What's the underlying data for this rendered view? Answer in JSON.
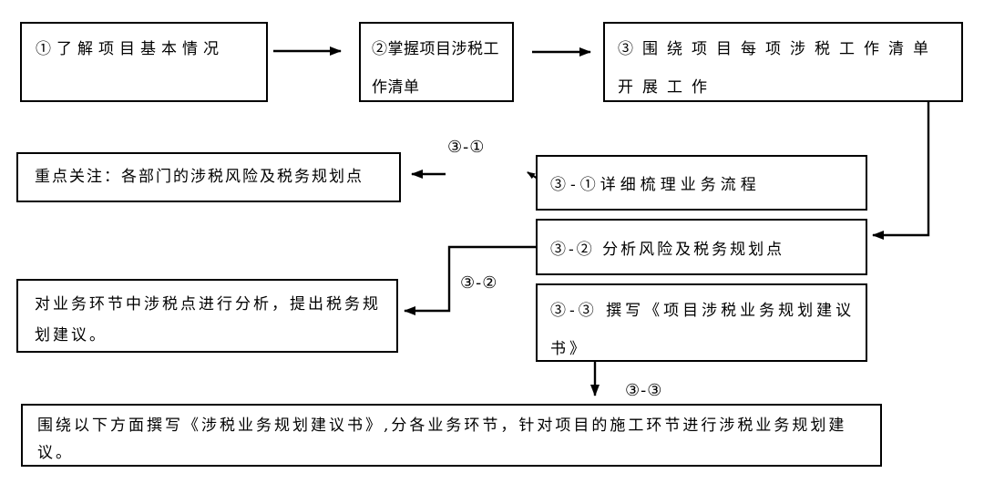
{
  "diagram": {
    "boxes": {
      "step1": "①了解项目基本情况",
      "step2": "②掌握项目涉税工作清单",
      "step3": "③围绕项目每项涉税工作清单开展工作",
      "focus": "重点关注：各部门的涉税风险及税务规划点",
      "sub1": "③-①详细梳理业务流程",
      "sub2": "③-② 分析风险及税务规划点",
      "sub3": "③-③ 撰写《项目涉税业务规划建议书》",
      "analysis": "对业务环节中涉税点进行分析，提出税务规划建议。",
      "conclusion": "围绕以下方面撰写《涉税业务规划建议书》,分各业务环节，针对项目的施工环节进行涉税业务规划建议。"
    },
    "connector_labels": {
      "from_sub1": "③-①",
      "from_sub2": "③-②",
      "from_sub3": "③-③"
    },
    "colors": {
      "line": "#000000",
      "background": "#ffffff"
    }
  }
}
